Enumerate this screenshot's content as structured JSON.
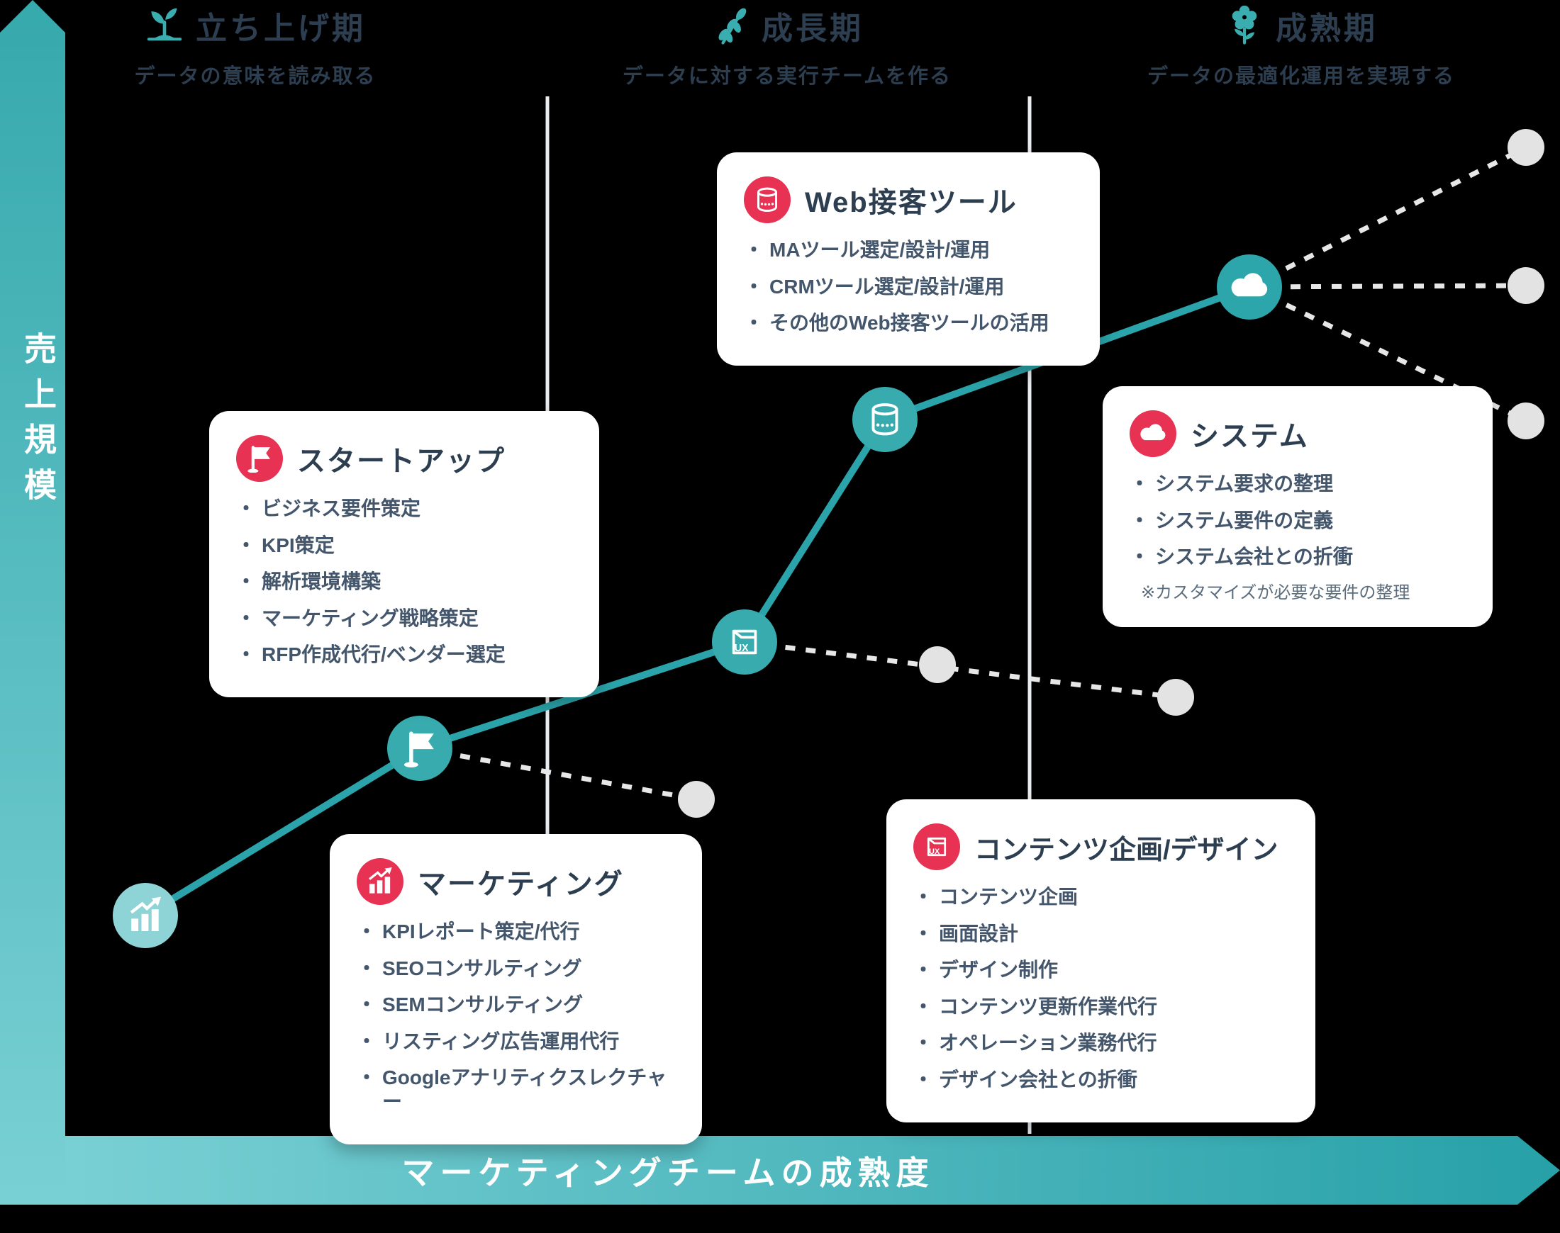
{
  "phases": [
    {
      "icon": "seedling-icon",
      "title": "立ち上げ期",
      "subtitle": "データの意味を読み取る"
    },
    {
      "icon": "branch-icon",
      "title": "成長期",
      "subtitle": "データに対する実行チームを作る"
    },
    {
      "icon": "flower-icon",
      "title": "成熟期",
      "subtitle": "データの最適化運用を実現する"
    }
  ],
  "axes": {
    "y_label": "売上規模",
    "x_label": "マーケティングチームの成熟度"
  },
  "ui": {
    "bullet": "・",
    "ux_label": "UX"
  },
  "cards": [
    {
      "id": "startup",
      "icon": "flag-icon",
      "title": "スタートアップ",
      "items": [
        "ビジネス要件策定",
        "KPI策定",
        "解析環境構築",
        "マーケティング戦略策定",
        "RFP作成代行/ベンダー選定"
      ]
    },
    {
      "id": "marketing",
      "icon": "chart-growth-icon",
      "title": "マーケティング",
      "items": [
        "KPIレポート策定/代行",
        "SEOコンサルティング",
        "SEMコンサルティング",
        "リスティング広告運用代行",
        "Googleアナリティクスレクチャー"
      ]
    },
    {
      "id": "webtools",
      "icon": "database-icon",
      "title": "Web接客ツール",
      "items": [
        "MAツール選定/設計/運用",
        "CRMツール選定/設計/運用",
        "その他のWeb接客ツールの活用"
      ]
    },
    {
      "id": "content",
      "icon": "ux-folder-icon",
      "title": "コンテンツ企画/デザイン",
      "items": [
        "コンテンツ企画",
        "画面設計",
        "デザイン制作",
        "コンテンツ更新作業代行",
        "オペレーション業務代行",
        "デザイン会社との折衝"
      ]
    },
    {
      "id": "system",
      "icon": "cloud-icon",
      "title": "システム",
      "items": [
        "システム要求の整理",
        "システム要件の定義",
        "システム会社との折衝"
      ],
      "note": "※カスタマイズが必要な要件の整理"
    }
  ],
  "nodes": [
    {
      "icon": "chart-growth-icon"
    },
    {
      "icon": "flag-icon"
    },
    {
      "icon": "ux-folder-icon"
    },
    {
      "icon": "database-icon"
    },
    {
      "icon": "cloud-icon"
    }
  ],
  "colors": {
    "background": "#000000",
    "teal_accent": "#2aa4aa",
    "teal_node": "#38abaf",
    "teal_node_light": "#8ed4d7",
    "band_light": "#79d0d4",
    "band_dark": "#27a0a8",
    "red_badge": "#e73253",
    "card_bg": "#ffffff",
    "title_text": "#2c3e50",
    "item_text": "#44566b",
    "note_text": "#5c6d7d",
    "dashed_line": "#e7e7e7",
    "gray_dot": "#e3e3e3",
    "divider": "#e9edf0"
  }
}
